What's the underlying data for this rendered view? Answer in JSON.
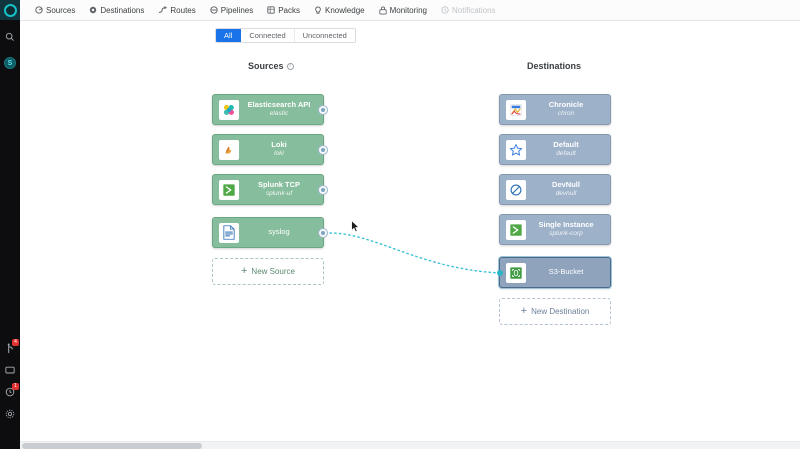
{
  "app": {
    "logo_icon": "cribl-logo-icon",
    "canvas_title": "routing-canvas"
  },
  "rail": {
    "search_icon": "search-icon",
    "avatar_label": "S",
    "bottom_items": [
      {
        "icon": "git-branch-icon",
        "name": "commit-icon",
        "badge": "4"
      },
      {
        "icon": "chat-icon",
        "name": "chat-icon",
        "badge": ""
      },
      {
        "icon": "help-icon",
        "name": "help-icon",
        "badge": "1"
      },
      {
        "icon": "gear-icon",
        "name": "settings-icon",
        "badge": ""
      }
    ]
  },
  "topnav": {
    "items": [
      {
        "label": "Sources",
        "icon": "sources-icon",
        "muted": false
      },
      {
        "label": "Destinations",
        "icon": "destinations-icon",
        "muted": false
      },
      {
        "label": "Routes",
        "icon": "routes-icon",
        "muted": false
      },
      {
        "label": "Pipelines",
        "icon": "pipelines-icon",
        "muted": false
      },
      {
        "label": "Packs",
        "icon": "packs-icon",
        "muted": false
      },
      {
        "label": "Knowledge",
        "icon": "knowledge-icon",
        "muted": false
      },
      {
        "label": "Monitoring",
        "icon": "monitoring-icon",
        "muted": false
      },
      {
        "label": "Notifications",
        "icon": "notifications-icon",
        "muted": true
      }
    ]
  },
  "filters": {
    "options": [
      {
        "label": "All",
        "active": true
      },
      {
        "label": "Connected",
        "active": false
      },
      {
        "label": "Unconnected",
        "active": false
      }
    ]
  },
  "columns": {
    "sources_title": "Sources",
    "sources_info_icon": "info-icon",
    "destinations_title": "Destinations"
  },
  "sources": {
    "new_label": "New Source",
    "plus": "+",
    "items": [
      {
        "title": "Elasticsearch API",
        "subtitle": "elastic",
        "icon": "elasticsearch-icon"
      },
      {
        "title": "Loki",
        "subtitle": "loki",
        "icon": "loki-icon"
      },
      {
        "title": "Splunk TCP",
        "subtitle": "splunk-uf",
        "icon": "splunk-icon"
      },
      {
        "title": "syslog",
        "subtitle": "",
        "icon": "syslog-file-icon"
      }
    ]
  },
  "destinations": {
    "new_label": "New Destination",
    "plus": "+",
    "items": [
      {
        "title": "Chronicle",
        "subtitle": "chron",
        "icon": "chronicle-icon",
        "selected": false
      },
      {
        "title": "Default",
        "subtitle": "default",
        "icon": "default-star-icon",
        "selected": false
      },
      {
        "title": "DevNull",
        "subtitle": "devnull",
        "icon": "devnull-icon",
        "selected": false
      },
      {
        "title": "Single Instance",
        "subtitle": "splunk-corp",
        "icon": "splunk-icon",
        "selected": false
      },
      {
        "title": "S3-Bucket",
        "subtitle": "",
        "icon": "s3-bucket-icon",
        "selected": true
      }
    ]
  },
  "connection": {
    "from": "syslog",
    "to": "S3-Bucket",
    "color": "#3fc1d6"
  },
  "colors": {
    "source_card": "#86bd9c",
    "destination_card": "#9db1c9",
    "destination_selected": "#8fa3bd",
    "accent_blue": "#1a73e8",
    "edge_cyan": "#3fc1d6",
    "rail_bg": "#0d0d0f"
  },
  "scrollbar": {
    "name": "horizontal-scrollbar"
  }
}
